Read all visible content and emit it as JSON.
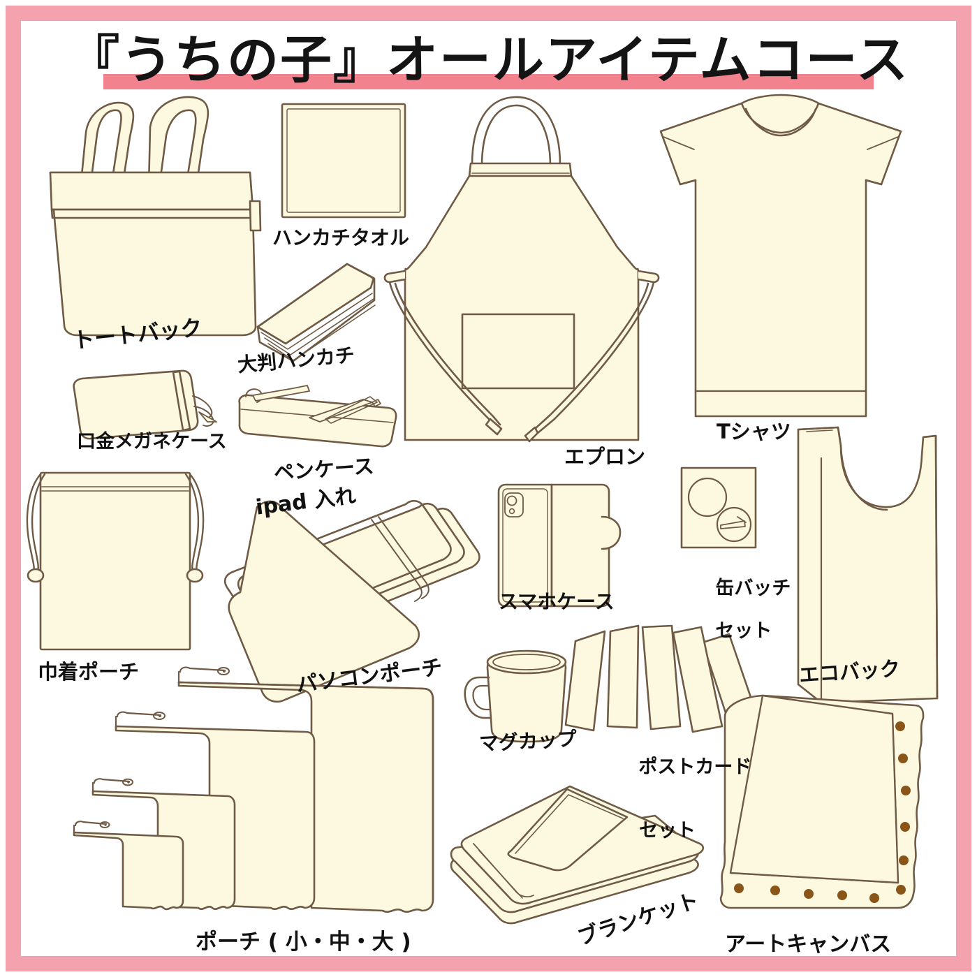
{
  "page": {
    "title": "『うちの子』オールアイテムコース",
    "frame_color": "#f4a2ad",
    "underline_color": "#f2828e",
    "background_color": "#ffffff",
    "item_fill_color": "#fdf9e0",
    "item_outline_color": "#6f5b45",
    "staple_dot_color": "#8a5518"
  },
  "items": [
    {
      "id": "tote-bag",
      "label": "トートバック"
    },
    {
      "id": "handkerchief-towel",
      "label": "ハンカチタオル"
    },
    {
      "id": "large-handkerchief",
      "label": "大判ハンカチ"
    },
    {
      "id": "apron",
      "label": "エプロン"
    },
    {
      "id": "tshirt",
      "label": "Tシャツ"
    },
    {
      "id": "glasses-case",
      "label": "口金メガネケース"
    },
    {
      "id": "pen-case",
      "label": "ペンケース"
    },
    {
      "id": "ipad-sleeve",
      "label": "ipad 入れ"
    },
    {
      "id": "smartphone-case",
      "label": "スマホケース"
    },
    {
      "id": "can-badge-set",
      "label": "缶バッチ",
      "label_line2": "セット"
    },
    {
      "id": "eco-bag",
      "label": "エコバック"
    },
    {
      "id": "drawstring-pouch",
      "label": "巾着ポーチ"
    },
    {
      "id": "laptop-pouch",
      "label": "パソコンポーチ"
    },
    {
      "id": "mug-cup",
      "label": "マグカップ"
    },
    {
      "id": "postcard-set",
      "label": "ポストカード",
      "label_line2": "セット"
    },
    {
      "id": "pouch-set",
      "label": "ポーチ ( 小・中・大 )"
    },
    {
      "id": "blanket",
      "label": "ブランケット"
    },
    {
      "id": "art-canvas",
      "label": "アートキャンバス"
    }
  ]
}
